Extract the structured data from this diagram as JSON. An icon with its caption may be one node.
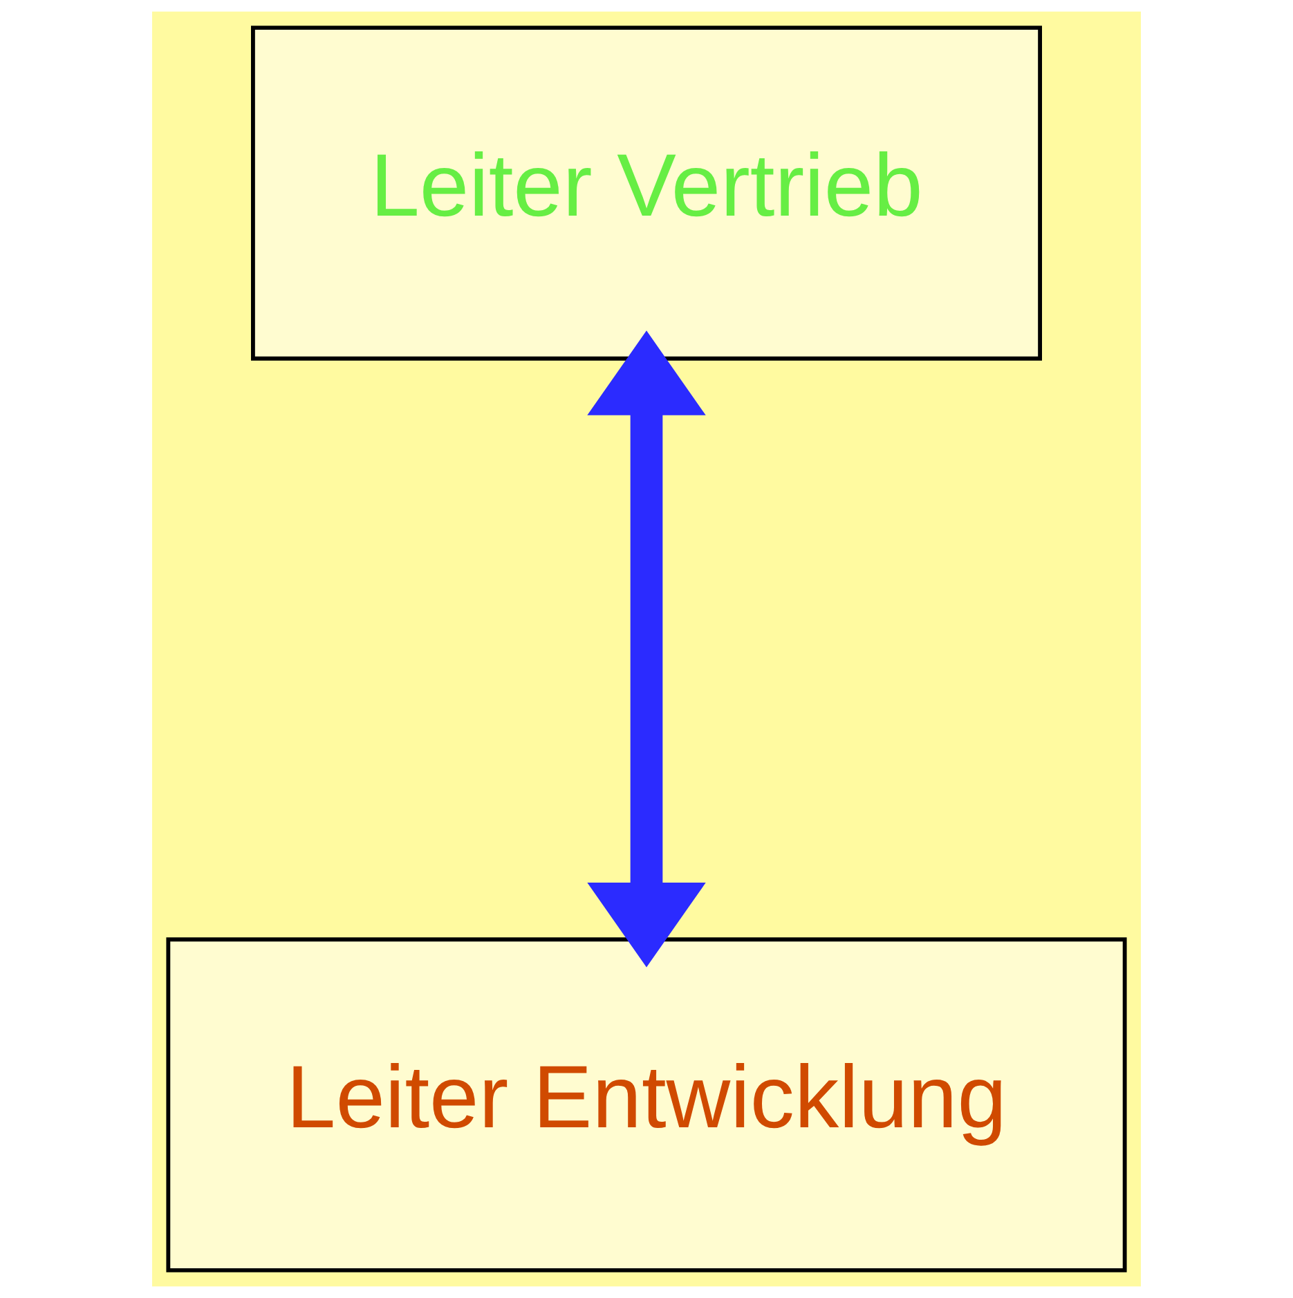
{
  "diagram": {
    "nodes": [
      {
        "text": [
          "Leiter Vertrieb"
        ]
      },
      {
        "text": [
          "Leiter Entwicklung"
        ]
      }
    ],
    "edges": [
      {
        "from": 0,
        "to": 1,
        "arrow": "both",
        "color": "#2b2bff"
      }
    ]
  }
}
